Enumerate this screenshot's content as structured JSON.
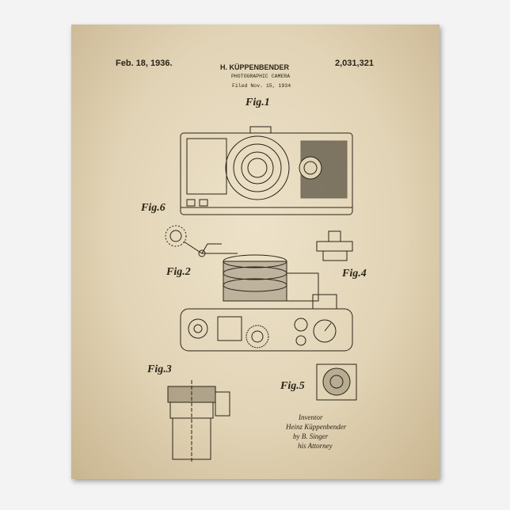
{
  "header": {
    "date": "Feb. 18, 1936.",
    "inventor_name": "H. KÜPPENBENDER",
    "title": "PHOTOGRAPHIC CAMERA",
    "filed": "Filed Nov. 15, 1934",
    "patent_number": "2,031,321"
  },
  "figures": [
    "Fig.1",
    "Fig.2",
    "Fig.3",
    "Fig.4",
    "Fig.5",
    "Fig.6"
  ],
  "signature": {
    "label": "Inventor",
    "inventor": "Heinz Küppenbender",
    "by": "by  B. Singer",
    "attorney": "his Attorney"
  },
  "colors": {
    "paper": "#e2d4b6",
    "ink": "#2a2418"
  }
}
